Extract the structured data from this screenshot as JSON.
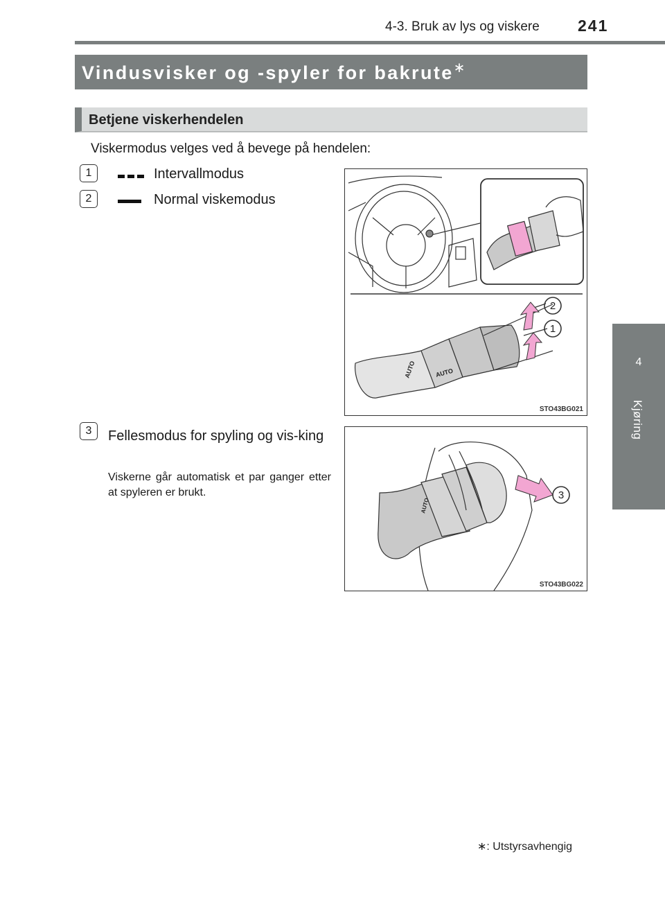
{
  "header": {
    "section": "4-3. Bruk av lys og viskere",
    "page_number": "241"
  },
  "side_tab": {
    "chapter_number": "4",
    "chapter_label": "Kjøring"
  },
  "title": {
    "text": "Vindusvisker og -spyler for bakrute",
    "marker": "∗"
  },
  "subheading": "Betjene viskerhendelen",
  "intro": "Viskermodus velges ved å bevege på hendelen:",
  "modes": [
    {
      "number": "1",
      "label": "Intervallmodus",
      "icon": "dashed-bar-icon"
    },
    {
      "number": "2",
      "label": "Normal viskemodus",
      "icon": "solid-bar-icon"
    }
  ],
  "mode3": {
    "number": "3",
    "label": "Fellesmodus for spyling og vis-king",
    "note": "Viskerne går automatisk et par ganger etter at spyleren er brukt."
  },
  "figure1": {
    "code": "STO43BG021",
    "callouts": [
      "2",
      "1"
    ],
    "lever_label": "AUTO"
  },
  "figure2": {
    "code": "STO43BG022",
    "callouts": [
      "3"
    ],
    "lever_label": "AUTO"
  },
  "footnote": "∗: Utstyrsavhengig",
  "colors": {
    "banner": "#7a7f7f",
    "subhead_bg": "#d9dbdb",
    "arrow_pink": "#f2a6d2"
  }
}
